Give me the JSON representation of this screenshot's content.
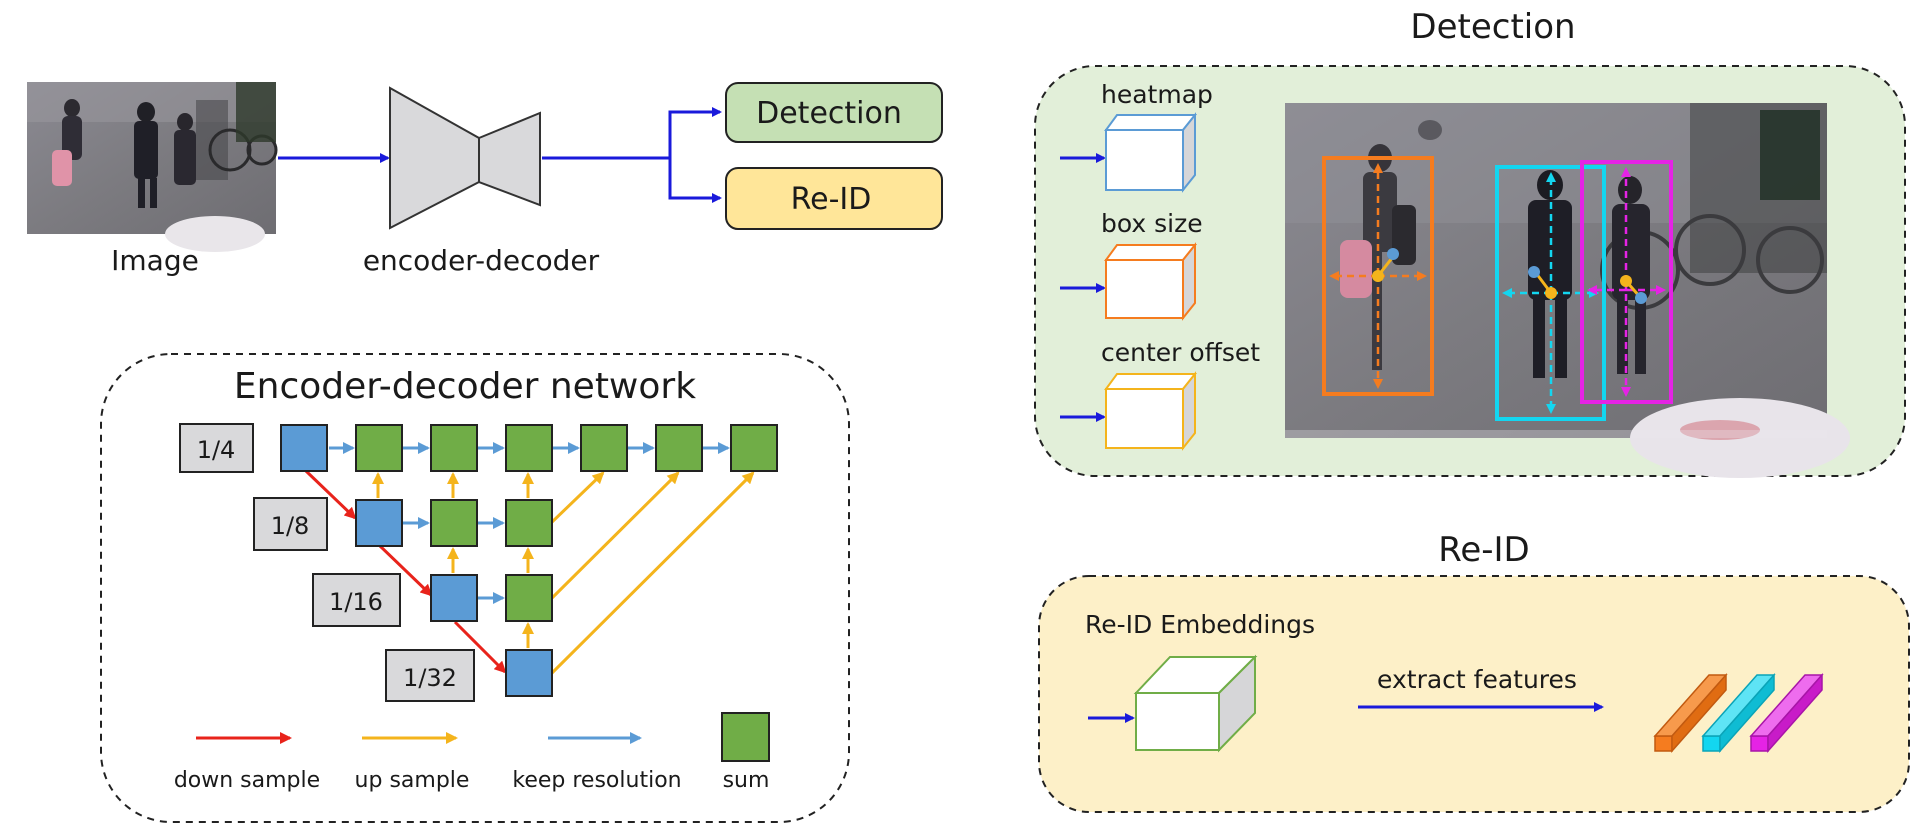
{
  "top": {
    "image_label": "Image",
    "encdec_label": "encoder-decoder",
    "detection_box": "Detection",
    "reid_box": "Re-ID"
  },
  "network": {
    "title": "Encoder-decoder network",
    "scales": [
      "1/4",
      "1/8",
      "1/16",
      "1/32"
    ],
    "legend": {
      "down": "down sample",
      "up": "up sample",
      "keep": "keep resolution",
      "sum": "sum"
    }
  },
  "detection": {
    "title": "Detection",
    "heads": [
      "heatmap",
      "box size",
      "center offset"
    ]
  },
  "reid": {
    "title": "Re-ID",
    "embeddings": "Re-ID Embeddings",
    "extract": "extract features"
  },
  "colors": {
    "green_box": "#c5e0b4",
    "yellow_box": "#ffe699",
    "det_panel": "#e2efd9",
    "reid_panel": "#fdf0c8",
    "blue_node": "#5b9bd5",
    "green_node": "#70ad47",
    "down": "#e8231b",
    "up": "#f4b41c",
    "keep": "#5b9bd5",
    "arrow_blue": "#1a1adb",
    "orange": "#f57c1f",
    "cyan": "#13d6f0",
    "magenta": "#e523e5"
  }
}
